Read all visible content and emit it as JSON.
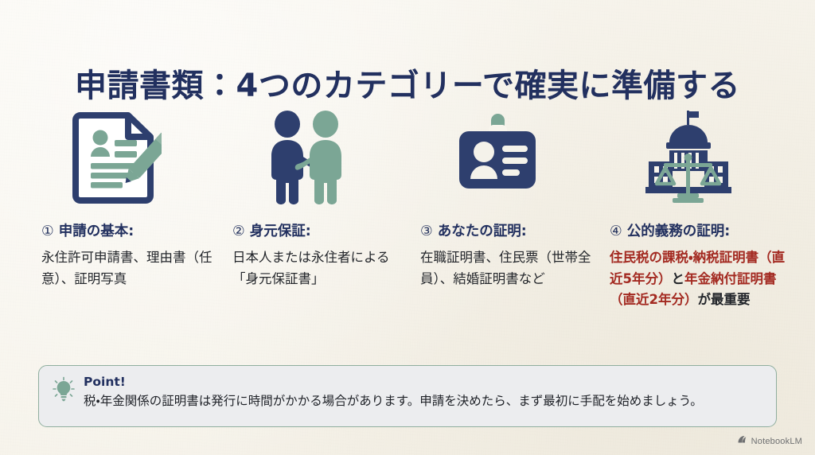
{
  "slide": {
    "title": "申請書類：4つのカテゴリーで確実に準備する",
    "background_color": "#f7f4ec",
    "navy": "#2e3f6e",
    "green": "#7ba695",
    "red": "#a32a21"
  },
  "columns": [
    {
      "number": "①",
      "heading": "申請の基本:",
      "icon": "document-with-pencil-icon",
      "body_runs": [
        {
          "text": "永住許可申請書、理由書（任意）、証明写真",
          "style": "normal"
        }
      ]
    },
    {
      "number": "②",
      "heading": "身元保証:",
      "icon": "two-people-handshake-icon",
      "body_runs": [
        {
          "text": "日本人または永住者による「身元保証書」",
          "style": "normal"
        }
      ]
    },
    {
      "number": "③",
      "heading": "あなたの証明:",
      "icon": "id-badge-icon",
      "body_runs": [
        {
          "text": "在職証明書、住民票（世帯全員）、結婚証明書など",
          "style": "normal"
        }
      ]
    },
    {
      "number": "④",
      "heading": "公的義務の証明:",
      "icon": "government-building-scales-icon",
      "body_runs": [
        {
          "text": "住民税の課税・納税証明書（直近5年分）",
          "style": "highlight"
        },
        {
          "text": "と",
          "style": "dark"
        },
        {
          "text": "年金納付証明書（直近2年分）",
          "style": "highlight"
        },
        {
          "text": "が最重要",
          "style": "dark"
        }
      ]
    }
  ],
  "point_box": {
    "icon": "lightbulb-icon",
    "title": "Point!",
    "text": "税・年金関係の証明書は発行に時間がかかる場合があります。申請を決めたら、まず最初に手配を始めましょう。",
    "border_color": "#8fae9e",
    "background_color": "#ecedef"
  },
  "watermark": {
    "icon": "notebooklm-logo-icon",
    "label": "NotebookLM"
  }
}
